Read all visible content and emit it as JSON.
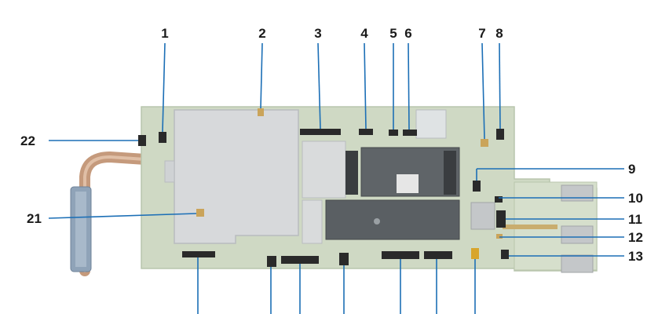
{
  "colors": {
    "board_green": "#cfd9c4",
    "board_edge": "#b9c6ad",
    "shield_gray": "#d7d9db",
    "shield_edge": "#b9bcbf",
    "heatpipe": "#c59a7c",
    "heatpipe_dark": "#9c7259",
    "fin_blue": "#8fa3b8",
    "leader_blue": "#1c6fb6",
    "connector_dark": "#2a2a2a",
    "port_silver": "#c4c7c9"
  },
  "callouts": [
    {
      "id": "1",
      "label": "1"
    },
    {
      "id": "2",
      "label": "2"
    },
    {
      "id": "3",
      "label": "3"
    },
    {
      "id": "4",
      "label": "4"
    },
    {
      "id": "5",
      "label": "5"
    },
    {
      "id": "6",
      "label": "6"
    },
    {
      "id": "7",
      "label": "7"
    },
    {
      "id": "8",
      "label": "8"
    },
    {
      "id": "9",
      "label": "9"
    },
    {
      "id": "10",
      "label": "10"
    },
    {
      "id": "11",
      "label": "11"
    },
    {
      "id": "12",
      "label": "12"
    },
    {
      "id": "13",
      "label": "13"
    },
    {
      "id": "21",
      "label": "21"
    },
    {
      "id": "22",
      "label": "22"
    }
  ]
}
